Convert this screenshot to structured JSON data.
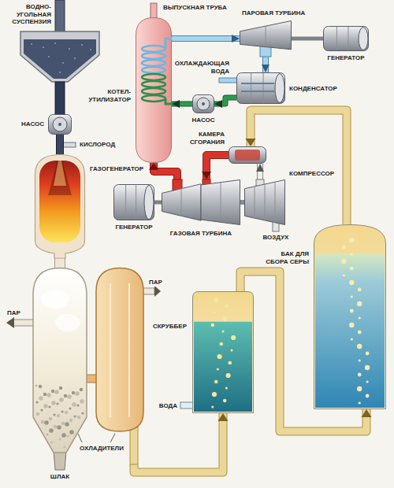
{
  "diagram": {
    "nodes": [
      {
        "text": [
          "НАСОС"
        ]
      },
      {
        "text": [
          "ГАЗОГЕНЕРАТОР"
        ]
      },
      {
        "text": [
          "ОХЛАДИТЕЛИ"
        ]
      },
      {
        "text": [
          "СКРУББЕР"
        ]
      },
      {
        "text": [
          "БАК ДЛЯ СБОРА СЕРЫ"
        ]
      },
      {
        "text": [
          "КОМПРЕССОР"
        ]
      },
      {
        "text": [
          "КАМЕРА СГОРАНИЯ"
        ]
      },
      {
        "text": [
          "ГАЗОВАЯ ТУРБИНА"
        ]
      },
      {
        "text": [
          "ГЕНЕРАТОР"
        ]
      },
      {
        "text": [
          "КОТЕЛ-УТИЛИЗАТОР"
        ]
      },
      {
        "text": [
          "ПАРОВАЯ ТУРБИНА"
        ]
      },
      {
        "text": [
          "ГЕНЕРАТОР"
        ]
      },
      {
        "text": [
          "КОНДЕНСАТОР"
        ]
      },
      {
        "text": [
          "НАСОС"
        ]
      }
    ],
    "edges": [
      {
        "from": 0,
        "to": 1,
        "arrow": "none"
      },
      {
        "from": 1,
        "to": 2,
        "arrow": "none"
      },
      {
        "from": 2,
        "to": 3,
        "arrow": "to"
      },
      {
        "from": 3,
        "to": 4,
        "arrow": "to"
      },
      {
        "from": 4,
        "to": 6,
        "arrow": "to"
      },
      {
        "from": 5,
        "to": 6,
        "arrow": "to"
      },
      {
        "from": 6,
        "to": 7,
        "arrow": "to"
      },
      {
        "from": 8,
        "to": 7,
        "arrow": "none"
      },
      {
        "from": 7,
        "to": 9,
        "arrow": "to"
      },
      {
        "from": 9,
        "to": 10,
        "arrow": "to"
      },
      {
        "from": 10,
        "to": 11,
        "arrow": "none"
      },
      {
        "from": 10,
        "to": 12,
        "arrow": "to"
      },
      {
        "from": 12,
        "to": 13,
        "arrow": "to"
      },
      {
        "from": 13,
        "to": 9,
        "arrow": "to"
      }
    ],
    "labels": [
      "ВОДНО-УГОЛЬНАЯ СУСПЕНЗИЯ",
      "КИСЛОРОД",
      "ПАР",
      "ПАР",
      "ШЛАК",
      "ВОДА",
      "ВОЗДУХ",
      "ВЫПУСКНАЯ ТРУБА",
      "ОХЛАЖДАЮЩАЯ ВОДА"
    ]
  }
}
